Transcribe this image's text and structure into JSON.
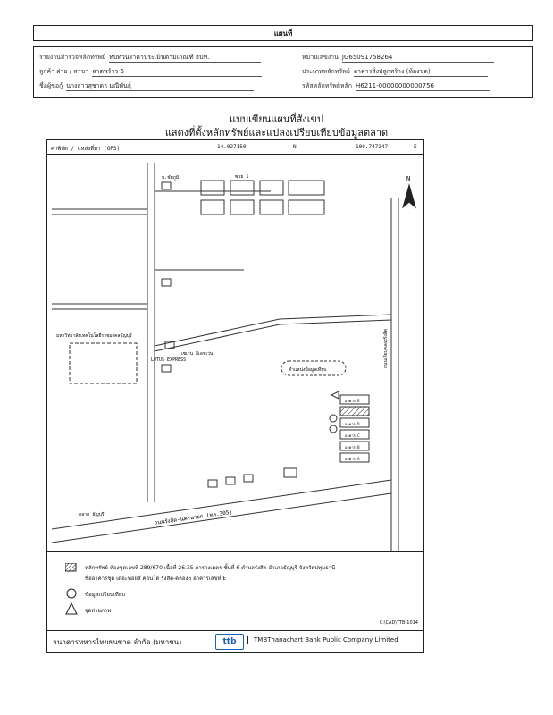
{
  "header": {
    "title": "แผนที่"
  },
  "info": {
    "report_label": "รายงานสำรวจหลักทรัพย์",
    "report_value": "ทบทวนราคาประเมินตามเกณฑ์ ธปท.",
    "customer_label": "ลูกค้า ฝ่าย / สาขา",
    "customer_value": "ลาดพร้าว 6",
    "owner_label": "ชื่อผู้ขอกู้",
    "owner_value": "นางสาวสุชาดา มณีพันธุ์",
    "number_label": "หมายเลขงาน",
    "number_value": "JG65091758264",
    "type_label": "ประเภทหลักทรัพย์",
    "type_value": "อาคารสิ่งปลูกสร้าง (ห้องชุด)",
    "code_label": "รหัสหลักทรัพย์หลัก",
    "code_value": "H6211-00000000000756"
  },
  "map_title": {
    "line1": "แบบเขียนแผนที่สังเขป",
    "line2": "แสดงที่ตั้งหลักทรัพย์และแปลงเปรียบเทียบข้อมูลตลาด"
  },
  "coords": {
    "label": "ค่าพิกัด / แหล่งที่มา  (GPS)",
    "lat": "14.027150",
    "lat_dir": "N",
    "lon": "100.747247",
    "lon_dir": "E"
  },
  "map_labels": {
    "north": "N",
    "condo_name": "ม.ชัยภูมิ",
    "road_top": "ซอย 1",
    "lotus": "LOTUS EXPRESS",
    "university": "มหาวิทยาลัยเทคโนโลยีราชมงคลธัญบุรี",
    "market": "ตลาด ธัญบุรี",
    "main_road": "ถนนรังสิต-นครนายก (ทล.305)",
    "bubble": "ตำแหน่งข้อมูลเทียบ",
    "seven": "เซเว่น อีเลฟเว่น",
    "right_road": "ถนนเลียบคลองรังสิต",
    "plot_a": "อาคาร E",
    "plot_b": "อาคาร D",
    "plot_c": "อาคาร C",
    "plot_d": "อาคาร B",
    "plot_e": "อาคาร A"
  },
  "legend": {
    "item1": "หลักทรัพย์ ห้องชุดเลขที่ 289/670 เนื้อที่ 26.35 ตารางเมตร ชั้นที่ 6 ตำบลรังสิต อำเภอธัญบุรี จังหวัดปทุมธานี",
    "item1b": "ชื่ออาคารชุด เดอะทอยส์ คอนโด รังสิต-คลอง6 อาคารเลขที่ E",
    "item2": "ข้อมูลเปรียบเทียบ",
    "item3": "จุดถ่ายภาพ",
    "ref": "C:\\CAD\\TTB-1014"
  },
  "footer": {
    "bank_th": "ธนาคารทหารไทยธนชาต จำกัด (มหาชน)",
    "logo": "ttb",
    "bank_en": "TMBThanachart Bank Public Company Limited"
  }
}
